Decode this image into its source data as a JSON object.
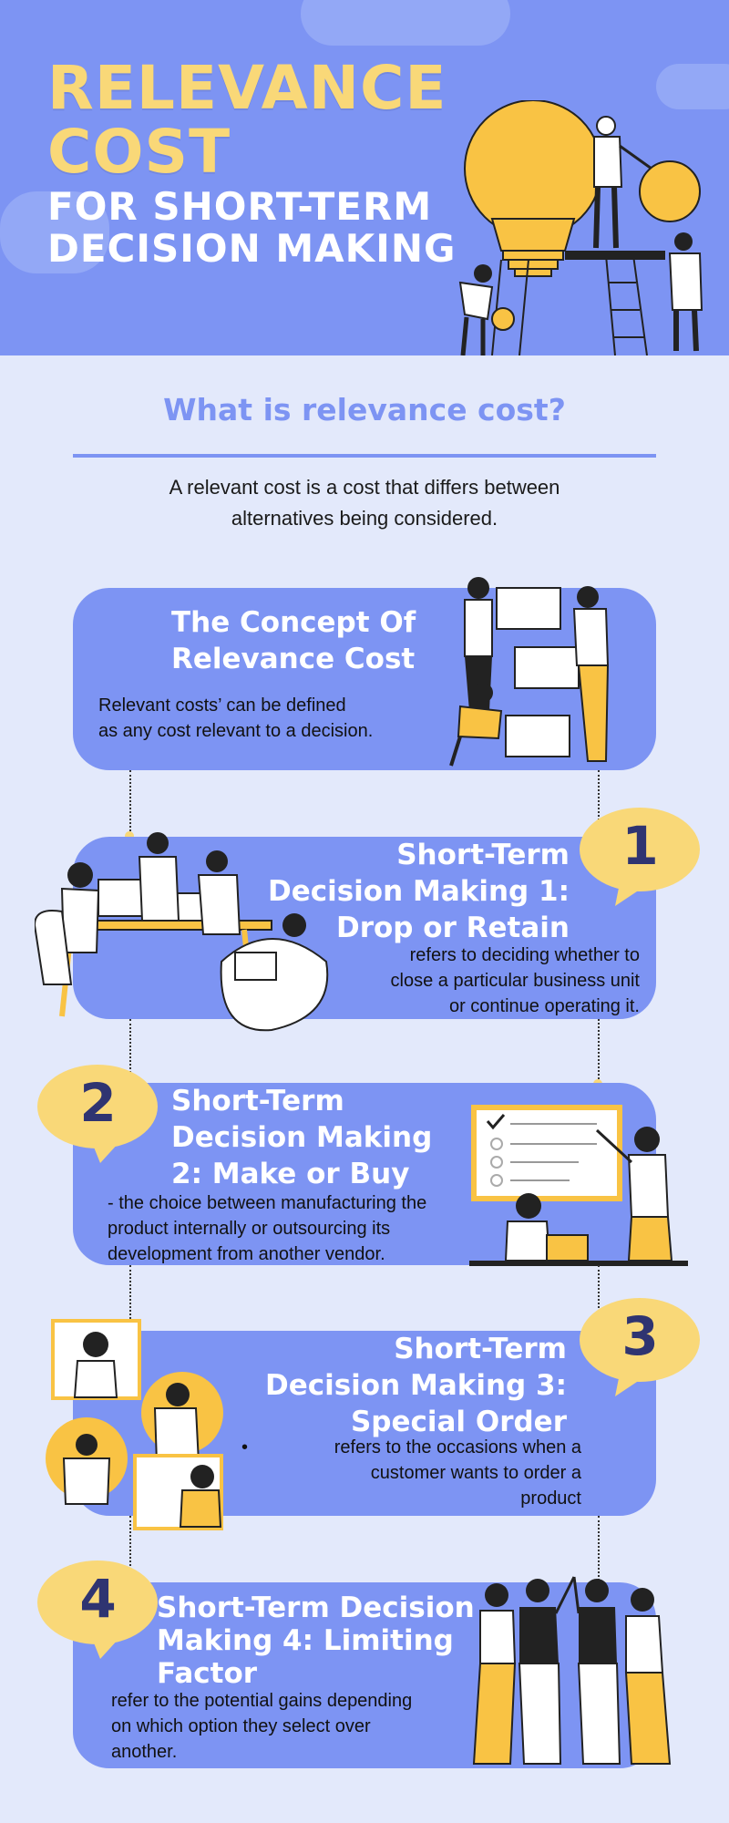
{
  "header": {
    "title_line1": "RELEVANCE",
    "title_line2": "COST",
    "subtitle_line1": "FOR SHORT-TERM",
    "subtitle_line2": "DECISION MAKING"
  },
  "intro": {
    "question": "What is relevance cost?",
    "answer_line1": "A relevant cost is a cost that differs between",
    "answer_line2": "alternatives being considered."
  },
  "concept": {
    "title_line1": "The Concept Of",
    "title_line2": "Relevance Cost",
    "text_line1": "Relevant costs’ can be defined",
    "text_line2": "as any cost relevant to a decision."
  },
  "steps": [
    {
      "number": "1",
      "title_line1": "Short-Term",
      "title_line2": "Decision Making 1:",
      "title_line3": "Drop or Retain",
      "text_line1": "refers to  deciding whether to",
      "text_line2": "close a particular business unit",
      "text_line3": "or continue operating it."
    },
    {
      "number": "2",
      "title_line1": "Short-Term",
      "title_line2": "Decision Making",
      "title_line3": "2: Make or Buy",
      "text_line1": " - the choice between manufacturing the",
      "text_line2": "product internally or outsourcing its",
      "text_line3": "development from another vendor."
    },
    {
      "number": "3",
      "title_line1": "Short-Term",
      "title_line2": "Decision Making 3:",
      "title_line3": "Special Order",
      "bullet": "•",
      "text_line1": "refers to the occasions when a",
      "text_line2": "customer wants to order a",
      "text_line3": "product"
    },
    {
      "number": "4",
      "title_line1": "Short-Term Decision",
      "title_line2": "Making 4: Limiting",
      "title_line3": "Factor",
      "text_line1": " refer to the potential gains  depending",
      "text_line2": "on which option they select over",
      "text_line3": "another."
    }
  ],
  "colors": {
    "primary": "#7d94f3",
    "accent": "#f9d878",
    "background": "#e3e9fb",
    "number": "#2f3471"
  }
}
